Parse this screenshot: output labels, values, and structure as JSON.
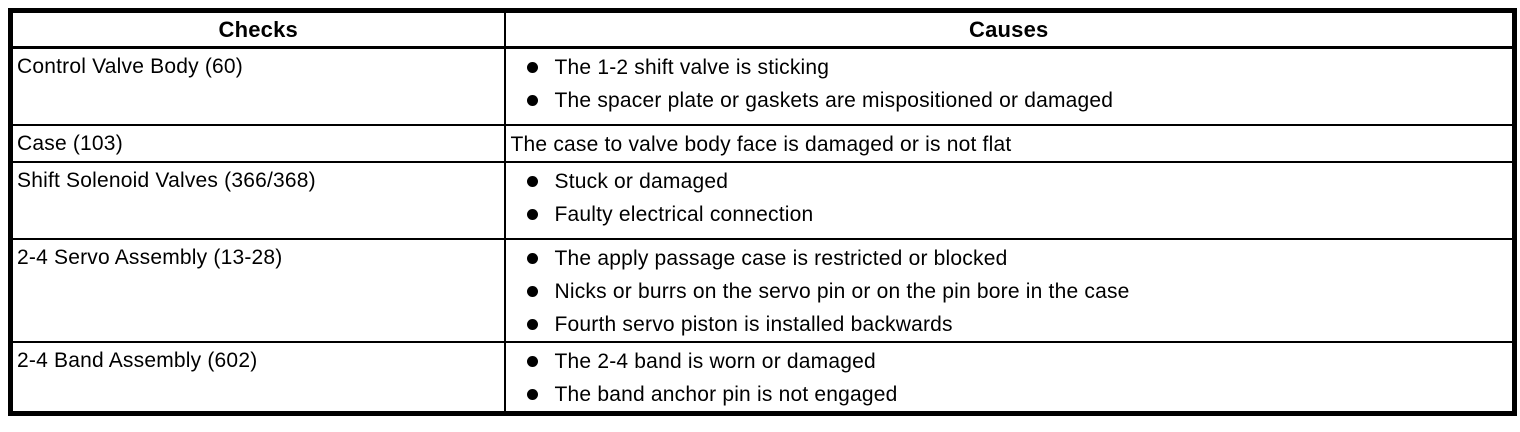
{
  "table": {
    "headers": {
      "checks": "Checks",
      "causes": "Causes"
    },
    "rows": [
      {
        "check": "Control Valve Body (60)",
        "bulleted": true,
        "causes": [
          "The 1-2 shift valve is sticking",
          "The spacer plate or gaskets are mispositioned or damaged"
        ]
      },
      {
        "check": "Case (103)",
        "bulleted": false,
        "causes": [
          "The case to valve body face is damaged or is not flat"
        ]
      },
      {
        "check": "Shift Solenoid Valves (366/368)",
        "bulleted": true,
        "causes": [
          "Stuck or damaged",
          "Faulty electrical connection"
        ]
      },
      {
        "check": "2-4 Servo Assembly (13-28)",
        "bulleted": true,
        "causes": [
          "The apply passage case is restricted or blocked",
          "Nicks or burrs on the servo pin or on the pin bore in the case",
          "Fourth servo piston is installed backwards"
        ]
      },
      {
        "check": "2-4 Band Assembly (602)",
        "bulleted": true,
        "causes": [
          "The 2-4 band is worn or damaged",
          "The band anchor pin is not engaged"
        ]
      }
    ],
    "colors": {
      "border": "#000000",
      "background": "#ffffff",
      "text": "#000000"
    }
  }
}
